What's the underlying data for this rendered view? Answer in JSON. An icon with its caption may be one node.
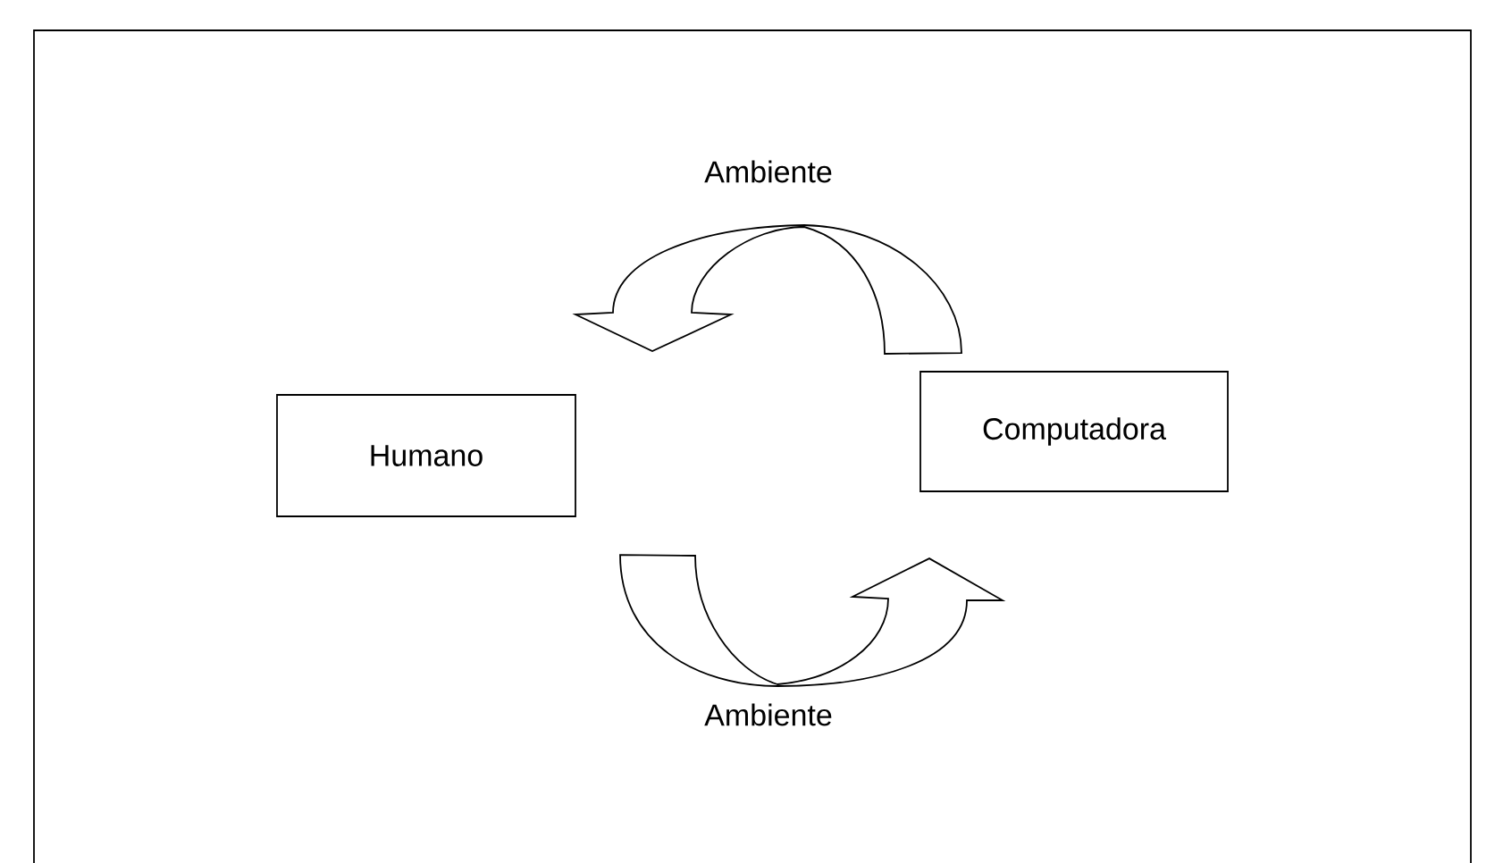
{
  "diagram": {
    "nodes": [
      {
        "text": [
          "Humano"
        ]
      },
      {
        "text": [
          "Computadora"
        ]
      }
    ],
    "edges": [
      {
        "from": 1,
        "to": 0,
        "arrow": "to",
        "label": "Ambiente"
      },
      {
        "from": 0,
        "to": 1,
        "arrow": "to",
        "label": "Ambiente"
      }
    ]
  }
}
